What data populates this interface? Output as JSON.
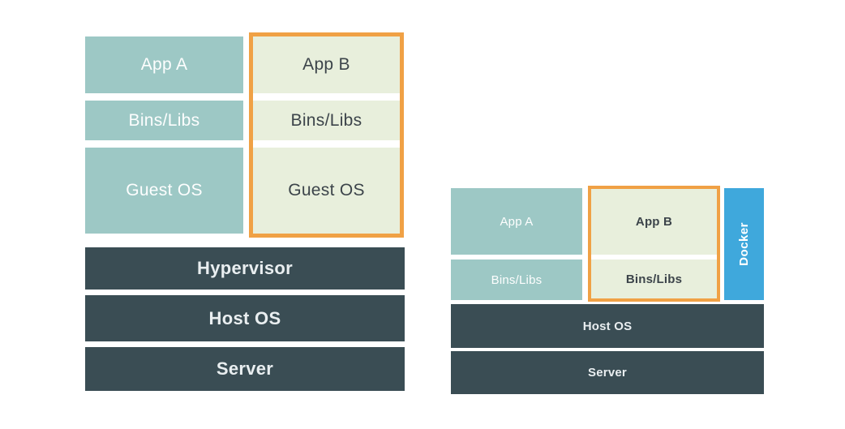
{
  "vm_diagram": {
    "vm_a": {
      "app": "App A",
      "bins": "Bins/Libs",
      "os": "Guest OS"
    },
    "vm_b": {
      "app": "App B",
      "bins": "Bins/Libs",
      "os": "Guest OS"
    },
    "hypervisor": "Hypervisor",
    "host_os": "Host OS",
    "server": "Server"
  },
  "docker_diagram": {
    "container_a": {
      "app": "App A",
      "bins": "Bins/Libs"
    },
    "container_b": {
      "app": "App B",
      "bins": "Bins/Libs"
    },
    "docker_label": "Docker",
    "host_os": "Host OS",
    "server": "Server"
  },
  "colors": {
    "teal_block": "#9dc8c5",
    "green_block": "#e8efdc",
    "highlight_border": "#f0a145",
    "dark_layer": "#3a4d54",
    "docker_blue": "#3fa8dc",
    "light_text": "#fdfefe",
    "dark_text": "#3c444a",
    "background": "#ffffff"
  }
}
